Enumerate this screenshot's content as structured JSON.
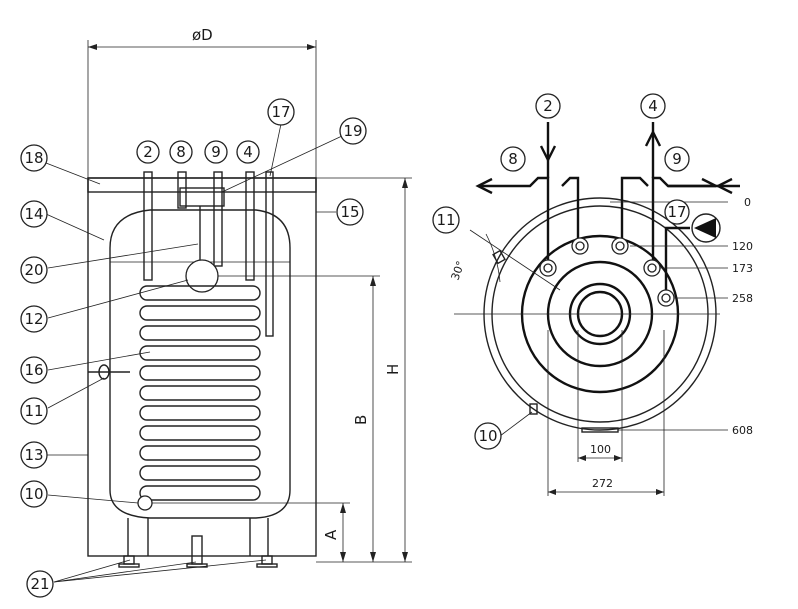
{
  "side_view": {
    "diameter_label": "øD",
    "height_label": "H",
    "dim_b_label": "B",
    "dim_a_label": "A",
    "callouts": [
      {
        "id": "c18",
        "text": "18"
      },
      {
        "id": "c14",
        "text": "14"
      },
      {
        "id": "c20",
        "text": "20"
      },
      {
        "id": "c12",
        "text": "12"
      },
      {
        "id": "c16",
        "text": "16"
      },
      {
        "id": "c11",
        "text": "11"
      },
      {
        "id": "c13",
        "text": "13"
      },
      {
        "id": "c10",
        "text": "10"
      },
      {
        "id": "c21",
        "text": "21"
      },
      {
        "id": "c2",
        "text": "2"
      },
      {
        "id": "c8",
        "text": "8"
      },
      {
        "id": "c9",
        "text": "9"
      },
      {
        "id": "c4",
        "text": "4"
      },
      {
        "id": "c17",
        "text": "17"
      },
      {
        "id": "c19",
        "text": "19"
      },
      {
        "id": "c15",
        "text": "15"
      }
    ]
  },
  "top_view": {
    "callouts": [
      {
        "id": "t2",
        "text": "2"
      },
      {
        "id": "t4",
        "text": "4"
      },
      {
        "id": "t8",
        "text": "8"
      },
      {
        "id": "t9",
        "text": "9"
      },
      {
        "id": "t17",
        "text": "17"
      },
      {
        "id": "t11",
        "text": "11"
      },
      {
        "id": "t10",
        "text": "10"
      }
    ],
    "dims": {
      "d0": "0",
      "d120": "120",
      "d173": "173",
      "d258": "258",
      "d608": "608",
      "w100": "100",
      "w272": "272",
      "angle": "30°"
    }
  }
}
